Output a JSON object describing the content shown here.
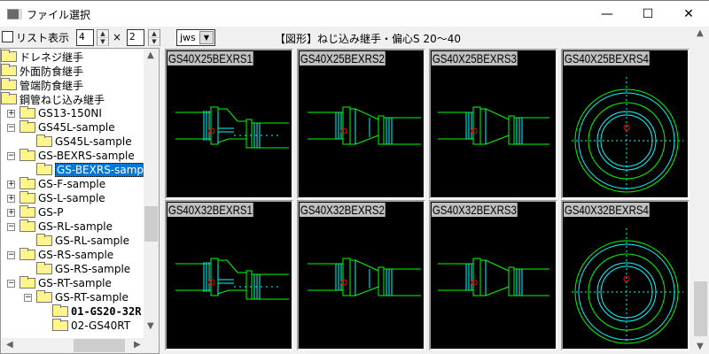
{
  "window": {
    "title": "ファイル選択",
    "controls": {
      "minimize": "—",
      "maximize": "☐",
      "close": "✕"
    }
  },
  "toolbar": {
    "list_view_label": "リスト表示",
    "list_view_checked": false,
    "columns_value": "4",
    "times_sign": "×",
    "rows_value": "2",
    "format_value": "jws",
    "heading": "【図形】ねじ込み継手・偏心S 20～40"
  },
  "tree": {
    "items": [
      {
        "label": "ドレネジ継手",
        "level": 0
      },
      {
        "label": "外面防食継手",
        "level": 0
      },
      {
        "label": "管端防食継手",
        "level": 0
      },
      {
        "label": "鋼管ねじ込み継手",
        "level": 0
      },
      {
        "label": "GS13-150NI",
        "level": 1,
        "toggle": "+"
      },
      {
        "label": "GS45L-sample",
        "level": 1,
        "toggle": "-"
      },
      {
        "label": "GS45L-sample",
        "level": 2
      },
      {
        "label": "GS-BEXRS-sample",
        "level": 1,
        "toggle": "-"
      },
      {
        "label": "GS-BEXRS-sample",
        "level": 2,
        "selected": true
      },
      {
        "label": "GS-F-sample",
        "level": 1,
        "toggle": "+"
      },
      {
        "label": "GS-L-sample",
        "level": 1,
        "toggle": "+"
      },
      {
        "label": "GS-P",
        "level": 1,
        "toggle": "+"
      },
      {
        "label": "GS-RL-sample",
        "level": 1,
        "toggle": "-"
      },
      {
        "label": "GS-RL-sample",
        "level": 2
      },
      {
        "label": "GS-RS-sample",
        "level": 1,
        "toggle": "-"
      },
      {
        "label": "GS-RS-sample",
        "level": 2
      },
      {
        "label": "GS-RT-sample",
        "level": 1,
        "toggle": "-"
      },
      {
        "label": "GS-RT-sample",
        "level": 2,
        "toggle": "-"
      },
      {
        "label": "01-GS20-32R",
        "level": 3,
        "bold": true
      },
      {
        "label": "02-GS40RT",
        "level": 3
      }
    ]
  },
  "thumbnails": [
    {
      "label": "GS40X25BEXRS1",
      "view": "side-a"
    },
    {
      "label": "GS40X25BEXRS2",
      "view": "side-b"
    },
    {
      "label": "GS40X25BEXRS3",
      "view": "side-c"
    },
    {
      "label": "GS40X25BEXRS4",
      "view": "end"
    },
    {
      "label": "GS40X32BEXRS1",
      "view": "side-a"
    },
    {
      "label": "GS40X32BEXRS2",
      "view": "side-b"
    },
    {
      "label": "GS40X32BEXRS3",
      "view": "side-c"
    },
    {
      "label": "GS40X32BEXRS4",
      "view": "end"
    }
  ],
  "colors": {
    "outline_green": "#00ff00",
    "inner_cyan": "#00ffff",
    "origin_red": "#ff0000",
    "selection": "#0078d7",
    "folder": "#fff58a"
  }
}
